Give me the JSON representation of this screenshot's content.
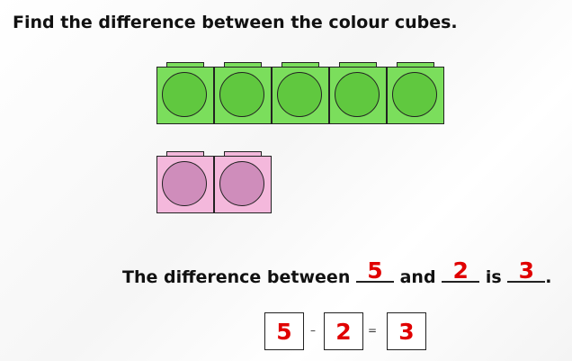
{
  "title": "Find the difference between the colour cubes.",
  "cubes": {
    "green_count": 5,
    "pink_count": 2,
    "colors": {
      "green": "#7bde5c",
      "green_circle": "#60c83f",
      "pink": "#f4b8dc",
      "pink_circle": "#cf8dbb"
    }
  },
  "sentence": {
    "part1": "The difference between",
    "a": "5",
    "part2": "and",
    "b": "2",
    "part3": "is",
    "c": "3",
    "end": "."
  },
  "equation": {
    "a": "5",
    "minus": "–",
    "b": "2",
    "equals": "=",
    "c": "3"
  },
  "accent": "#e00000"
}
